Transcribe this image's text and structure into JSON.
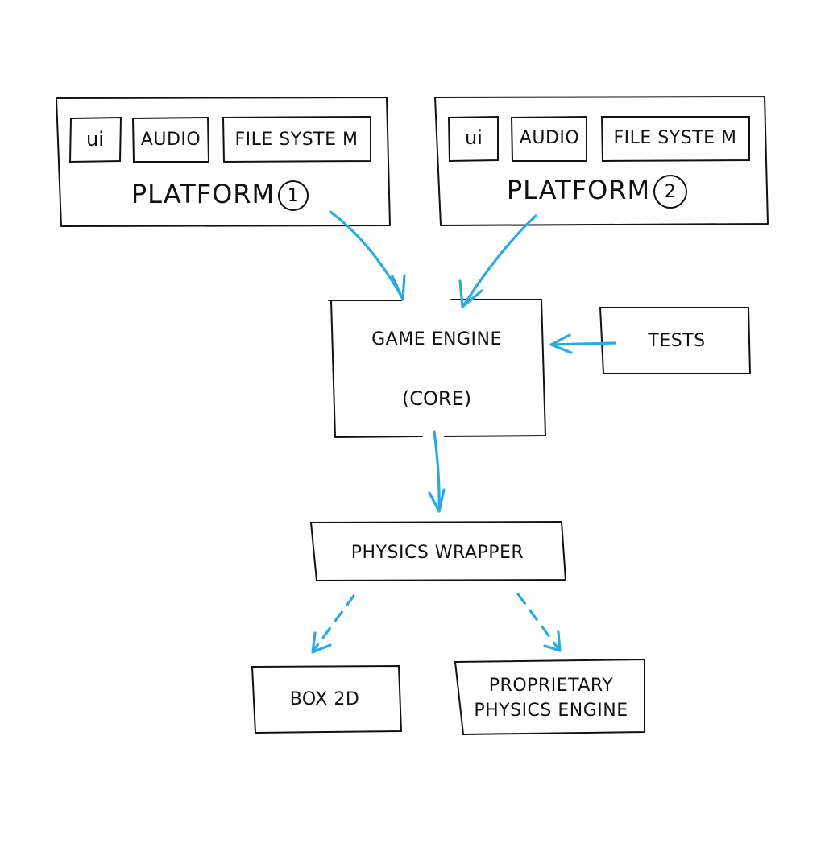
{
  "platform1": {
    "title": "PLATFORM",
    "number": "1",
    "modules": [
      "ui",
      "AUDIO",
      "FILE SYSTE M"
    ]
  },
  "platform2": {
    "title": "PLATFORM",
    "number": "2",
    "modules": [
      "ui",
      "AUDIO",
      "FILE SYSTE M"
    ]
  },
  "core": {
    "line1": "GAME ENGINE",
    "line2": "(CORE)"
  },
  "tests": {
    "label": "TESTS"
  },
  "physics_wrapper": {
    "label": "PHYSICS WRAPPER"
  },
  "box2d": {
    "label": "BOX 2D"
  },
  "proprietary": {
    "line1": "PROPRIETARY",
    "line2": "PHYSICS ENGINE"
  },
  "colors": {
    "ink": "#111111",
    "arrow": "#29abe2"
  }
}
